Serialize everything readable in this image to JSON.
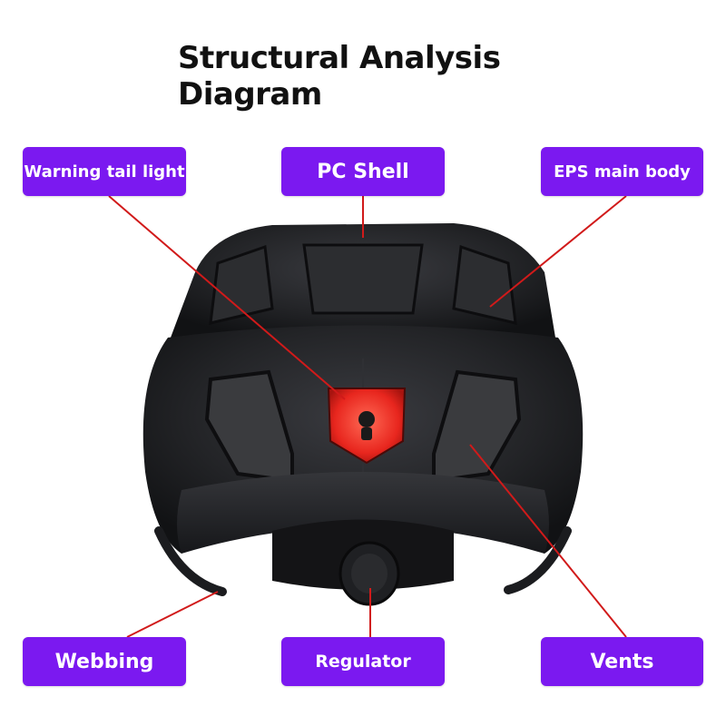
{
  "title": {
    "line1": "Structural Analysis",
    "line2": "Diagram"
  },
  "colors": {
    "label_bg": "#7B19F0",
    "label_text": "#ffffff",
    "leader_line": "#D11A1A",
    "helmet_dark": "#1c1d20",
    "tail_light": "#E8261E"
  },
  "labels": {
    "warning_tail_light": "Warning tail light",
    "pc_shell": "PC Shell",
    "eps_main_body": "EPS main body",
    "webbing": "Webbing",
    "regulator": "Regulator",
    "vents": "Vents"
  }
}
